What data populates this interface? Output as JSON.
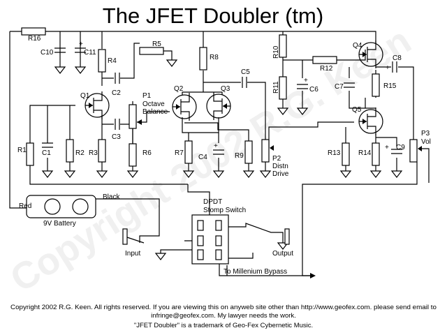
{
  "title": "The JFET Doubler (tm)",
  "watermark": "Copyright 2002 R.G. Keen",
  "labels": {
    "R1": "R1",
    "R2": "R2",
    "R3": "R3",
    "R4": "R4",
    "R5": "R5",
    "R6": "R6",
    "R7": "R7",
    "R8": "R8",
    "R9": "R9",
    "R10": "R10",
    "R11": "R11",
    "R12": "R12",
    "R13": "R13",
    "R14": "R14",
    "R15": "R15",
    "R16": "R16",
    "C1": "C1",
    "C2": "C2",
    "C3": "C3",
    "C4": "C4",
    "C5": "C5",
    "C6": "C6",
    "C7": "C7",
    "C8": "C8",
    "C9": "C9",
    "C10": "C10",
    "C11": "C11",
    "Q1": "Q1",
    "Q2": "Q2",
    "Q3": "Q3",
    "Q4": "Q4",
    "Q5": "Q5",
    "P1": "P1",
    "P1_name_1": "Octave",
    "P1_name_2": "Balance",
    "P2": "P2",
    "P2_name_1": "Distn",
    "P2_name_2": "Drive",
    "P3": "P3",
    "P3_name": "Vol",
    "plus": "+",
    "red": "Red",
    "black": "Black",
    "battery": "9V Battery",
    "dpdt_1": "DPDT",
    "dpdt_2": "Stomp Switch",
    "input": "Input",
    "output": "Output",
    "bypass": "To Millenium Bypass"
  },
  "footer": {
    "line1": "Copyright 2002 R.G. Keen. All rights reserved. If you are viewing this on anyweb site other than http://www.geofex.com. please send email to",
    "line2": "infringe@geofex.com. My lawyer needs the work.",
    "line3": "\"JFET Doubler\" is a trademark of Geo-Fex Cybernetic Music."
  }
}
